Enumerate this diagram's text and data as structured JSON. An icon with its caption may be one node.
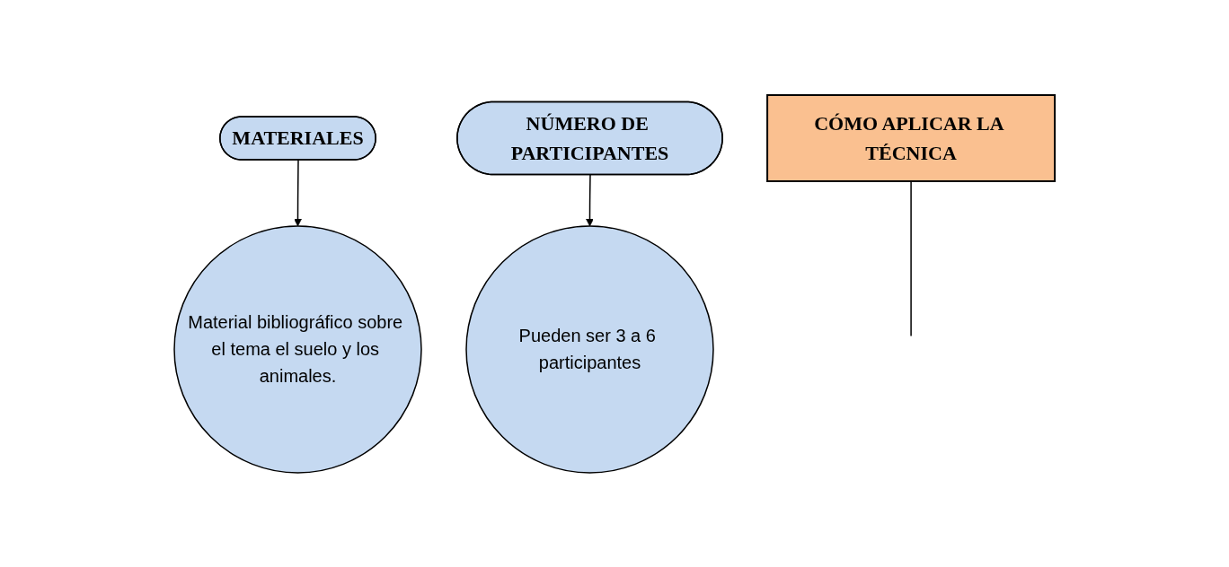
{
  "diagram": {
    "nodes": [
      {
        "text": [
          "MATERIALES"
        ]
      },
      {
        "text": [
          "Material bibliográfico sobre el tema el suelo y los animales."
        ]
      },
      {
        "text": [
          "NÚMERO DE PARTICIPANTES"
        ]
      },
      {
        "text": [
          "Pueden ser 3 a 6 participantes"
        ]
      },
      {
        "text": [
          "CÓMO APLICAR LA TÉCNICA"
        ]
      }
    ],
    "edges": [
      {
        "from": 0,
        "to": 1,
        "arrow": "to"
      },
      {
        "from": 2,
        "to": 3,
        "arrow": "to"
      },
      {
        "from": 4,
        "to": null,
        "arrow": "none"
      }
    ]
  }
}
